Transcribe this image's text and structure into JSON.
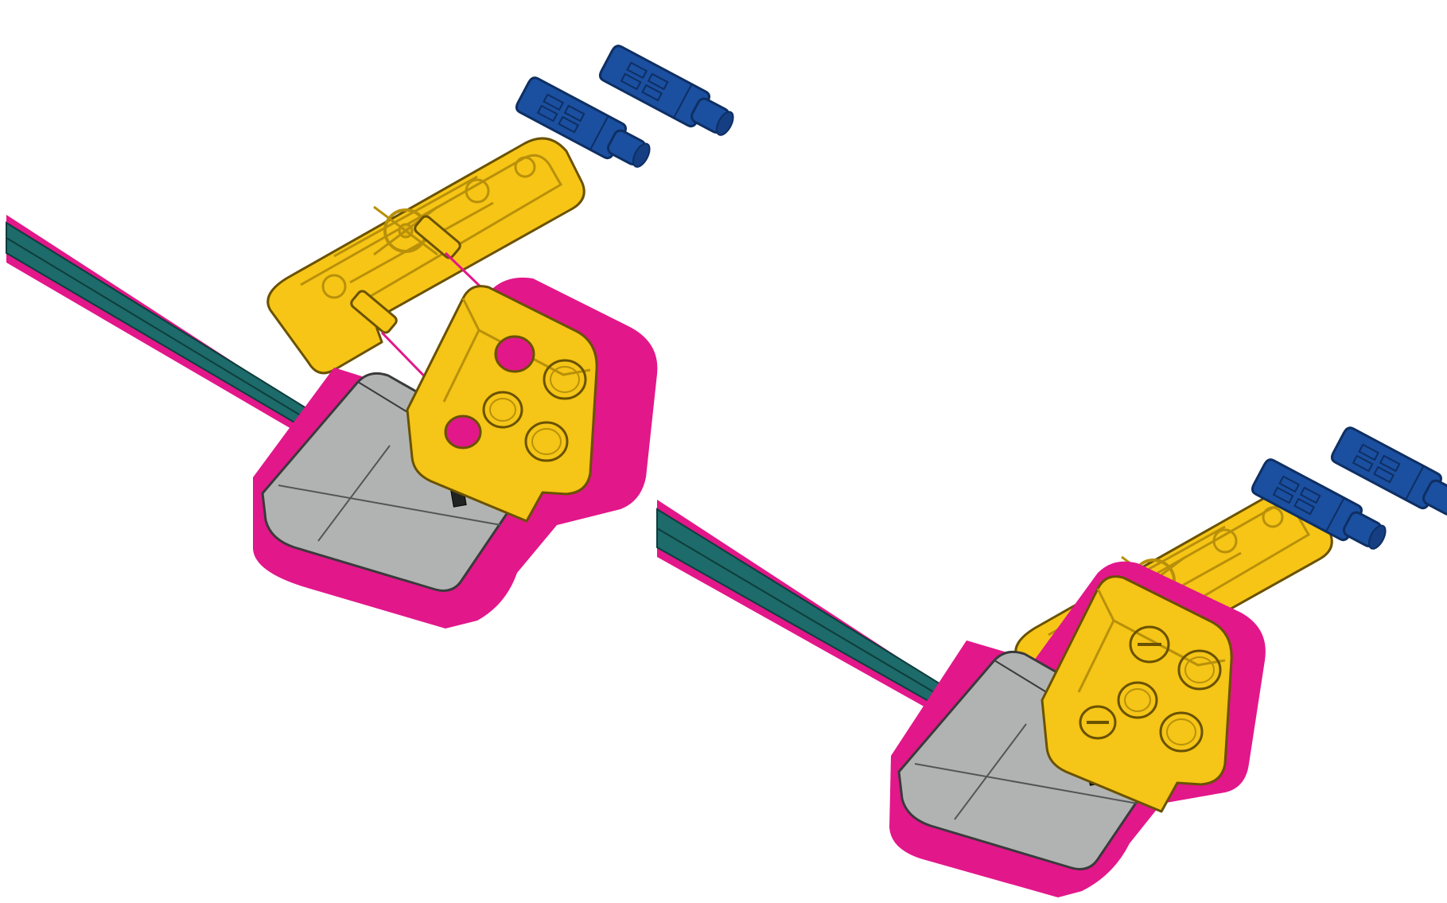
{
  "diagram": {
    "steps": [
      {
        "state": "before-attach",
        "connector_pins_highlighted": true
      },
      {
        "state": "attached",
        "connector_pins_highlighted": false
      }
    ]
  },
  "parts": {
    "sensor_body": {
      "name": "sensor-body",
      "color": "#b1b3b3"
    },
    "sensor_cap": {
      "name": "sensor-cap",
      "color": "#f5c517"
    },
    "yellow_frame": {
      "name": "yellow-frame",
      "color": "#f7c516"
    },
    "blue_pins": {
      "name": "blue-pins",
      "color": "#1b4fa0"
    },
    "cable": {
      "name": "ribbon-cable",
      "color": "#1d6b6a"
    }
  },
  "colors": {
    "highlight": "#e2178a",
    "outline": "#3a3a3a",
    "yellow_shadow": "#d99e10"
  }
}
